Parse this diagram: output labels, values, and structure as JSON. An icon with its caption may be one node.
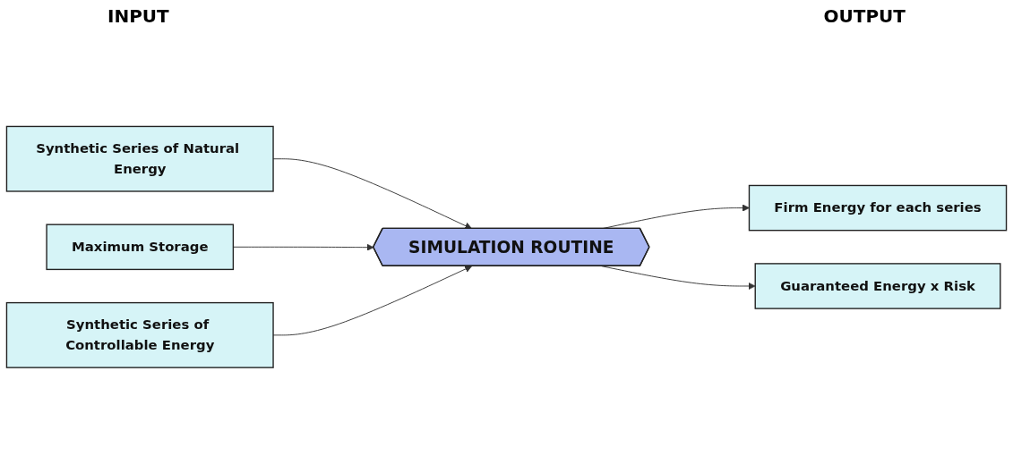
{
  "diagram": {
    "nodes": [
      {
        "text": [
          "Synthetic Series of Natural Energy"
        ]
      },
      {
        "text": [
          "Maximum Storage"
        ]
      },
      {
        "text": [
          "Synthetic Series of Controllable Energy"
        ]
      },
      {
        "text": [
          "SIMULATION ROUTINE"
        ]
      },
      {
        "text": [
          "Firm Energy for each series"
        ]
      },
      {
        "text": [
          "Guaranteed Energy x Risk"
        ]
      }
    ],
    "edges": [
      {
        "from": 0,
        "to": 3,
        "arrow": "to"
      },
      {
        "from": 1,
        "to": 3,
        "arrow": "to"
      },
      {
        "from": 2,
        "to": 3,
        "arrow": "to"
      },
      {
        "from": 3,
        "to": 4,
        "arrow": "to"
      },
      {
        "from": 3,
        "to": 5,
        "arrow": "to"
      }
    ],
    "labels": [
      "INPUT",
      "OUTPUT"
    ]
  }
}
